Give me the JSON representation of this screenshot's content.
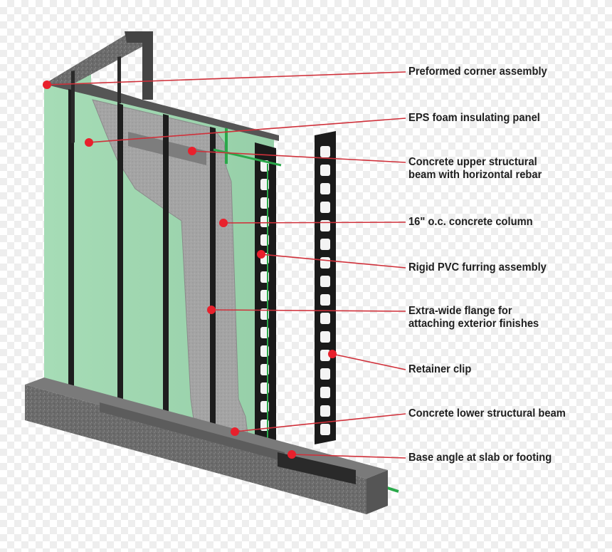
{
  "callouts": [
    {
      "id": "preformed-corner",
      "label": "Preformed corner assembly",
      "line2": ""
    },
    {
      "id": "eps-foam",
      "label": "EPS foam insulating panel",
      "line2": ""
    },
    {
      "id": "upper-beam",
      "label": "Concrete upper structural",
      "line2": "beam with horizontal rebar"
    },
    {
      "id": "concrete-column",
      "label": "16\" o.c. concrete column",
      "line2": ""
    },
    {
      "id": "pvc-furring",
      "label": "Rigid PVC furring assembly",
      "line2": ""
    },
    {
      "id": "wide-flange",
      "label": "Extra-wide flange for",
      "line2": "attaching exterior finishes"
    },
    {
      "id": "retainer-clip",
      "label": "Retainer clip",
      "line2": ""
    },
    {
      "id": "lower-beam",
      "label": "Concrete lower structural beam",
      "line2": ""
    },
    {
      "id": "base-angle",
      "label": "Base angle at slab or footing",
      "line2": ""
    }
  ],
  "colors": {
    "leader_line": "#d0303a",
    "marker_dot": "#e8202c",
    "foam_panel": "#a8dcb8",
    "concrete": "#6a6a6a",
    "furring_strip": "#1a1a1a",
    "rebar": "#2aa84a",
    "label_text": "#1f1f1f"
  }
}
